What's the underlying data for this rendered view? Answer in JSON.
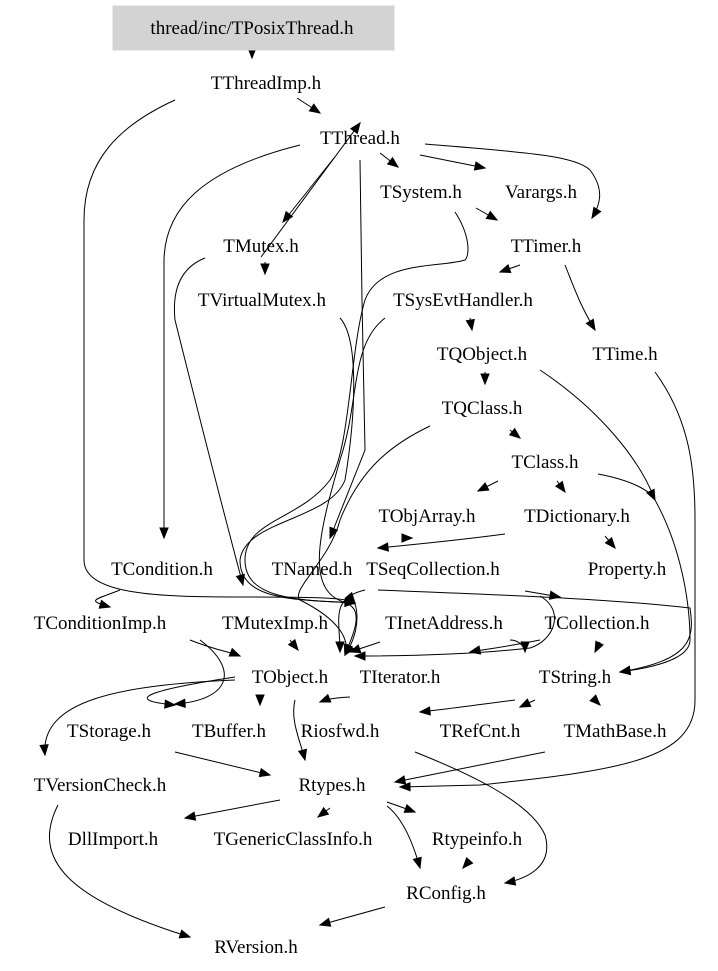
{
  "diagram": {
    "title": "Include dependency graph for thread/inc/TPosixThread.h",
    "root": "thread/inc/TPosixThread.h",
    "colors": {
      "root_fill": "#d3d3d3",
      "edge": "#000000",
      "text": "#000000",
      "background": "#ffffff"
    },
    "nodes": [
      {
        "id": "TPosixThread",
        "label": "thread/inc/TPosixThread.h",
        "root": true
      },
      {
        "id": "TThreadImp",
        "label": "TThreadImp.h"
      },
      {
        "id": "TThread",
        "label": "TThread.h"
      },
      {
        "id": "TSystem",
        "label": "TSystem.h"
      },
      {
        "id": "Varargs",
        "label": "Varargs.h"
      },
      {
        "id": "TMutex",
        "label": "TMutex.h"
      },
      {
        "id": "TTimer",
        "label": "TTimer.h"
      },
      {
        "id": "TVirtualMutex",
        "label": "TVirtualMutex.h"
      },
      {
        "id": "TSysEvtHandler",
        "label": "TSysEvtHandler.h"
      },
      {
        "id": "TQObject",
        "label": "TQObject.h"
      },
      {
        "id": "TTime",
        "label": "TTime.h"
      },
      {
        "id": "TQClass",
        "label": "TQClass.h"
      },
      {
        "id": "TClass",
        "label": "TClass.h"
      },
      {
        "id": "TObjArray",
        "label": "TObjArray.h"
      },
      {
        "id": "TDictionary",
        "label": "TDictionary.h"
      },
      {
        "id": "TCondition",
        "label": "TCondition.h"
      },
      {
        "id": "TNamed",
        "label": "TNamed.h"
      },
      {
        "id": "TSeqCollection",
        "label": "TSeqCollection.h"
      },
      {
        "id": "Property",
        "label": "Property.h"
      },
      {
        "id": "TConditionImp",
        "label": "TConditionImp.h"
      },
      {
        "id": "TMutexImp",
        "label": "TMutexImp.h"
      },
      {
        "id": "TInetAddress",
        "label": "TInetAddress.h"
      },
      {
        "id": "TCollection",
        "label": "TCollection.h"
      },
      {
        "id": "TObject",
        "label": "TObject.h"
      },
      {
        "id": "TIterator",
        "label": "TIterator.h"
      },
      {
        "id": "TString",
        "label": "TString.h"
      },
      {
        "id": "TStorage",
        "label": "TStorage.h"
      },
      {
        "id": "TBuffer",
        "label": "TBuffer.h"
      },
      {
        "id": "Riosfwd",
        "label": "Riosfwd.h"
      },
      {
        "id": "TRefCnt",
        "label": "TRefCnt.h"
      },
      {
        "id": "TMathBase",
        "label": "TMathBase.h"
      },
      {
        "id": "TVersionCheck",
        "label": "TVersionCheck.h"
      },
      {
        "id": "Rtypes",
        "label": "Rtypes.h"
      },
      {
        "id": "DllImport",
        "label": "DllImport.h"
      },
      {
        "id": "TGenericClassInfo",
        "label": "TGenericClassInfo.h"
      },
      {
        "id": "Rtypeinfo",
        "label": "Rtypeinfo.h"
      },
      {
        "id": "RConfig",
        "label": "RConfig.h"
      },
      {
        "id": "RVersion",
        "label": "RVersion.h"
      }
    ],
    "edges": [
      [
        "TPosixThread",
        "TThreadImp"
      ],
      [
        "TThreadImp",
        "TThread"
      ],
      [
        "TThreadImp",
        "TObject"
      ],
      [
        "TThread",
        "TSystem"
      ],
      [
        "TThread",
        "Varargs"
      ],
      [
        "TThread",
        "TTimer"
      ],
      [
        "TThread",
        "TMutex"
      ],
      [
        "TMutex",
        "TThread"
      ],
      [
        "TThread",
        "TCondition"
      ],
      [
        "TThread",
        "TNamed"
      ],
      [
        "TSystem",
        "TTimer"
      ],
      [
        "TSystem",
        "TInetAddress"
      ],
      [
        "TMutex",
        "TVirtualMutex"
      ],
      [
        "TMutex",
        "TMutexImp"
      ],
      [
        "TTimer",
        "TSysEvtHandler"
      ],
      [
        "TTimer",
        "TTime"
      ],
      [
        "TVirtualMutex",
        "TObject"
      ],
      [
        "TSysEvtHandler",
        "TQObject"
      ],
      [
        "TSysEvtHandler",
        "TObject"
      ],
      [
        "TQObject",
        "TQClass"
      ],
      [
        "TQObject",
        "TString"
      ],
      [
        "TTime",
        "Rtypes"
      ],
      [
        "TQClass",
        "TClass"
      ],
      [
        "TQClass",
        "TObject"
      ],
      [
        "TClass",
        "TObjArray"
      ],
      [
        "TClass",
        "TDictionary"
      ],
      [
        "TClass",
        "TString"
      ],
      [
        "TObjArray",
        "TSeqCollection"
      ],
      [
        "TDictionary",
        "TNamed"
      ],
      [
        "TDictionary",
        "Property"
      ],
      [
        "TCondition",
        "TConditionImp"
      ],
      [
        "TNamed",
        "TString"
      ],
      [
        "TNamed",
        "TObject"
      ],
      [
        "TSeqCollection",
        "TCollection"
      ],
      [
        "TConditionImp",
        "TObject"
      ],
      [
        "TConditionImp",
        "TStorage"
      ],
      [
        "TMutexImp",
        "TObject"
      ],
      [
        "TInetAddress",
        "TObject"
      ],
      [
        "TInetAddress",
        "TString"
      ],
      [
        "TCollection",
        "TObject"
      ],
      [
        "TCollection",
        "TIterator"
      ],
      [
        "TCollection",
        "TString"
      ],
      [
        "TObject",
        "TStorage"
      ],
      [
        "TObject",
        "TBuffer"
      ],
      [
        "TObject",
        "Rtypes"
      ],
      [
        "TObject",
        "TVersionCheck"
      ],
      [
        "TIterator",
        "Riosfwd"
      ],
      [
        "TString",
        "Riosfwd"
      ],
      [
        "TString",
        "TRefCnt"
      ],
      [
        "TString",
        "TMathBase"
      ],
      [
        "TStorage",
        "Rtypes"
      ],
      [
        "TMathBase",
        "Rtypes"
      ],
      [
        "Riosfwd",
        "RConfig"
      ],
      [
        "Rtypes",
        "DllImport"
      ],
      [
        "Rtypes",
        "TGenericClassInfo"
      ],
      [
        "Rtypes",
        "Rtypeinfo"
      ],
      [
        "Rtypes",
        "RConfig"
      ],
      [
        "Rtypeinfo",
        "RConfig"
      ],
      [
        "RConfig",
        "RVersion"
      ],
      [
        "TVersionCheck",
        "RVersion"
      ]
    ]
  }
}
